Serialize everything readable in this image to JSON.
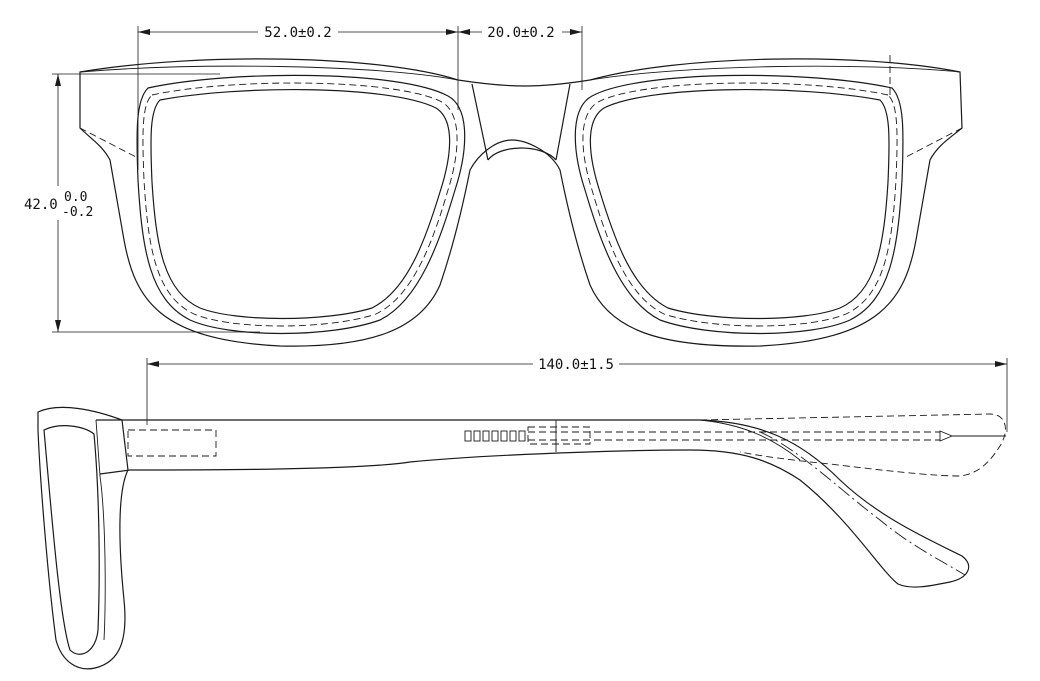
{
  "dimensions": {
    "lens_width": "52.0±0.2",
    "bridge_width": "20.0±0.2",
    "temple_length": "140.0±1.5",
    "lens_height": {
      "nominal": "42.0",
      "upper_tolerance": "0.0",
      "lower_tolerance": "-0.2"
    }
  },
  "colors": {
    "line": "#1a1a1a",
    "background": "#ffffff"
  }
}
